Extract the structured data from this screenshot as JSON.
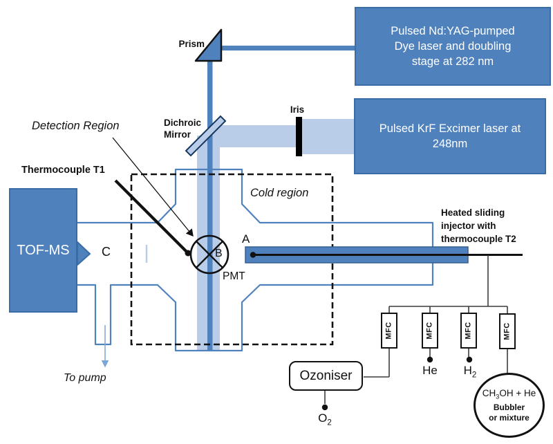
{
  "diagram": {
    "optics": {
      "prism_label": "Prism",
      "iris_label": "Iris",
      "dichroic_line1": "Dichroic",
      "dichroic_line2": "Mirror"
    },
    "lasers": {
      "dye_laser": {
        "lines": [
          "Pulsed Nd:YAG-pumped",
          "Dye laser and doubling",
          "stage at 282 nm"
        ]
      },
      "excimer_laser": {
        "lines": [
          "Pulsed KrF Excimer laser at",
          "248nm"
        ]
      }
    },
    "chamber": {
      "cold_region_label": "Cold region",
      "detection_region_label": "Detection Region",
      "thermocouple_label": "Thermocouple T1",
      "tofms_label": "TOF-MS",
      "pmt_label": "PMT",
      "point_a": "A",
      "point_b": "B",
      "point_c": "C",
      "to_pump_label": "To pump"
    },
    "injector": {
      "label_lines": [
        "Heated sliding",
        "injector with",
        "thermocouple T2"
      ]
    },
    "gas_system": {
      "mfc_labels": [
        "MFC",
        "MFC",
        "MFC",
        "MFC"
      ],
      "ozoniser_label": "Ozoniser",
      "o2": {
        "base": "O",
        "sub": "2"
      },
      "he_label": "He",
      "h2": {
        "base": "H",
        "sub": "2"
      },
      "bubbler": {
        "line1_pre": "CH",
        "line1_sub": "3",
        "line1_post": "OH + He",
        "line2": "Bubbler",
        "line3": "or mixture"
      }
    },
    "colors": {
      "accent_blue": "#4f81bd",
      "light_beam_blue": "#b9cde8",
      "box_border_blue": "#3a6da5",
      "outline_black": "#111111"
    }
  }
}
